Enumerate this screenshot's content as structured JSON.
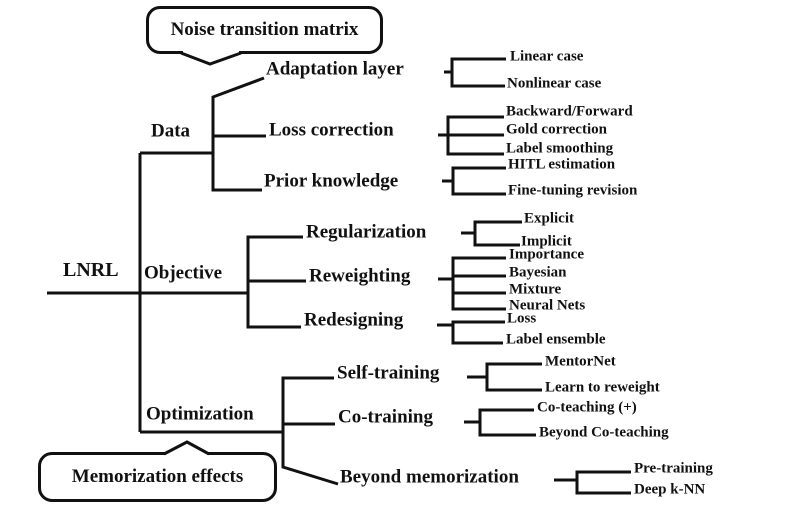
{
  "figure": {
    "root_label": "LNRL",
    "callouts": {
      "top": "Noise transition matrix",
      "bottom": "Memorization effects"
    },
    "sections": [
      {
        "label": "Data",
        "children": [
          {
            "label": "Adaptation layer",
            "leaves": [
              "Linear case",
              "Nonlinear case"
            ]
          },
          {
            "label": "Loss correction",
            "leaves": [
              "Backward/Forward",
              "Gold correction",
              "Label smoothing"
            ]
          },
          {
            "label": "Prior knowledge",
            "leaves": [
              "HITL estimation",
              "Fine-tuning revision"
            ]
          }
        ]
      },
      {
        "label": "Objective",
        "children": [
          {
            "label": "Regularization",
            "leaves": [
              "Explicit",
              "Implicit"
            ]
          },
          {
            "label": "Reweighting",
            "leaves": [
              "Importance",
              "Bayesian",
              "Mixture",
              "Neural Nets"
            ]
          },
          {
            "label": "Redesigning",
            "leaves": [
              "Loss",
              "Label ensemble"
            ]
          }
        ]
      },
      {
        "label": "Optimization",
        "children": [
          {
            "label": "Self-training",
            "leaves": [
              "MentorNet",
              "Learn to reweight"
            ]
          },
          {
            "label": "Co-training",
            "leaves": [
              "Co-teaching (+)",
              "Beyond Co-teaching"
            ]
          },
          {
            "label": "Beyond memorization",
            "leaves": [
              "Pre-training",
              "Deep k-NN"
            ]
          }
        ]
      }
    ],
    "colors": {
      "ink": "#111111",
      "background": "#ffffff"
    }
  }
}
